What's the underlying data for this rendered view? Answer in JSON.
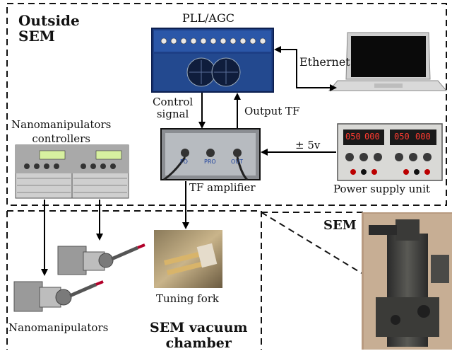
{
  "regions": {
    "outside_sem": "Outside\nSEM",
    "sem_vacuum_chamber": "SEM vacuum\nchamber",
    "sem": "SEM"
  },
  "devices": {
    "pll_agc": "PLL/AGC",
    "nanomanipulators_controllers": "Nanomanipulators\ncontrollers",
    "tf_amplifier": "TF amplifier",
    "power_supply_unit": "Power supply unit",
    "tuning_fork": "Tuning fork",
    "nanomanipulators": "Nanomanipulators"
  },
  "signals": {
    "ethernet": "Ethernet",
    "control_signal": "Control\nsignal",
    "output_tf": "Output TF",
    "supply_voltage": "± 5v"
  },
  "psu_readouts": [
    "050",
    "000",
    "050",
    "000"
  ],
  "amplifier_ports": [
    "FO",
    "PRO",
    "OUT"
  ]
}
